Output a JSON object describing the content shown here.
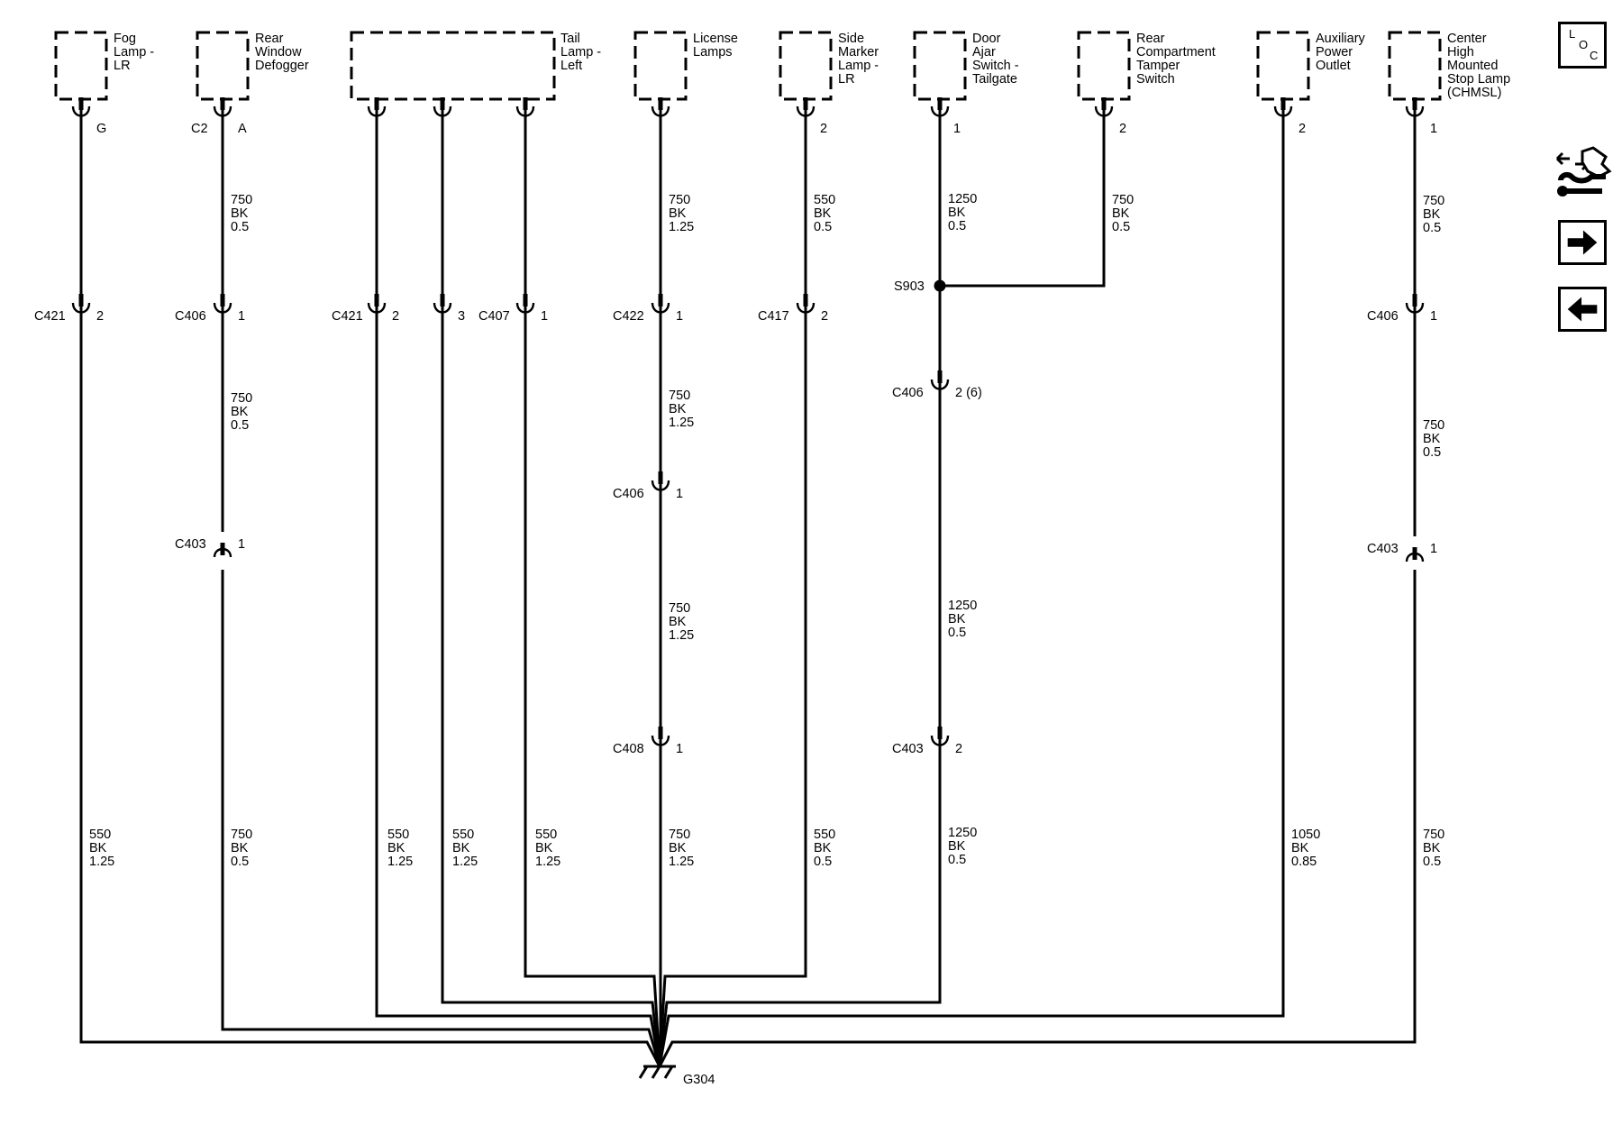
{
  "components": [
    {
      "id": "fog",
      "name": [
        "Fog",
        "Lamp -",
        "LR"
      ],
      "pin": "G"
    },
    {
      "id": "defog",
      "name": [
        "Rear",
        "Window",
        "Defogger"
      ],
      "conn": "C2",
      "pin": "A"
    },
    {
      "id": "tail",
      "name": [
        "Tail",
        "Lamp -",
        "Left"
      ]
    },
    {
      "id": "license",
      "name": [
        "License",
        "Lamps"
      ]
    },
    {
      "id": "side",
      "name": [
        "Side",
        "Marker",
        "Lamp -",
        "LR"
      ],
      "pin": "2"
    },
    {
      "id": "door",
      "name": [
        "Door",
        "Ajar",
        "Switch -",
        "Tailgate"
      ],
      "pin": "1"
    },
    {
      "id": "rear",
      "name": [
        "Rear",
        "Compartment",
        "Tamper",
        "Switch"
      ],
      "pin": "2"
    },
    {
      "id": "aux",
      "name": [
        "Auxiliary",
        "Power",
        "Outlet"
      ],
      "pin": "2"
    },
    {
      "id": "chmsl",
      "name": [
        "Center",
        "High",
        "Mounted",
        "Stop Lamp",
        "(CHMSL)"
      ],
      "pin": "1"
    }
  ],
  "connectors": {
    "fog_c421": {
      "name": "C421",
      "pin": "2"
    },
    "defog_c406": {
      "name": "C406",
      "pin": "1"
    },
    "defog_c403": {
      "name": "C403",
      "pin": "1"
    },
    "tail_c421": {
      "name": "C421",
      "pin": "2"
    },
    "tail_pin3": {
      "pin": "3"
    },
    "tail_c407": {
      "name": "C407",
      "pin": "1"
    },
    "license_c422": {
      "name": "C422",
      "pin": "1"
    },
    "license_c406": {
      "name": "C406",
      "pin": "1"
    },
    "license_c408": {
      "name": "C408",
      "pin": "1"
    },
    "side_c417": {
      "name": "C417",
      "pin": "2"
    },
    "door_c406": {
      "name": "C406",
      "pin": "2 (6)"
    },
    "door_c403": {
      "name": "C403",
      "pin": "2"
    },
    "chmsl_c406": {
      "name": "C406",
      "pin": "1"
    },
    "chmsl_c403": {
      "name": "C403",
      "pin": "1"
    }
  },
  "splice": {
    "name": "S903"
  },
  "ground": {
    "name": "G304"
  },
  "wire_labels": {
    "defog_top": [
      "750",
      "BK",
      "0.5"
    ],
    "defog_mid": [
      "750",
      "BK",
      "0.5"
    ],
    "license_top": [
      "750",
      "BK",
      "1.25"
    ],
    "license_mid1": [
      "750",
      "BK",
      "1.25"
    ],
    "license_mid2": [
      "750",
      "BK",
      "1.25"
    ],
    "side_top": [
      "550",
      "BK",
      "0.5"
    ],
    "door_top": [
      "1250",
      "BK",
      "0.5"
    ],
    "rear_top": [
      "750",
      "BK",
      "0.5"
    ],
    "chmsl_top": [
      "750",
      "BK",
      "0.5"
    ],
    "chmsl_mid": [
      "750",
      "BK",
      "0.5"
    ],
    "door_mid": [
      "1250",
      "BK",
      "0.5"
    ],
    "fog_bottom": [
      "550",
      "BK",
      "1.25"
    ],
    "defog_bottom": [
      "750",
      "BK",
      "0.5"
    ],
    "tail1_bottom": [
      "550",
      "BK",
      "1.25"
    ],
    "tail2_bottom": [
      "550",
      "BK",
      "1.25"
    ],
    "tail3_bottom": [
      "550",
      "BK",
      "1.25"
    ],
    "license_bottom": [
      "750",
      "BK",
      "1.25"
    ],
    "side_bottom": [
      "550",
      "BK",
      "0.5"
    ],
    "door_bottom": [
      "1250",
      "BK",
      "0.5"
    ],
    "aux_bottom": [
      "1050",
      "BK",
      "0.85"
    ],
    "chmsl_bottom": [
      "750",
      "BK",
      "0.5"
    ]
  },
  "nav": {
    "loc_letters": [
      "L",
      "O",
      "C"
    ],
    "legend_icon": "harness-legend-icon",
    "next_icon": "right-arrow-icon",
    "prev_icon": "left-arrow-icon"
  }
}
